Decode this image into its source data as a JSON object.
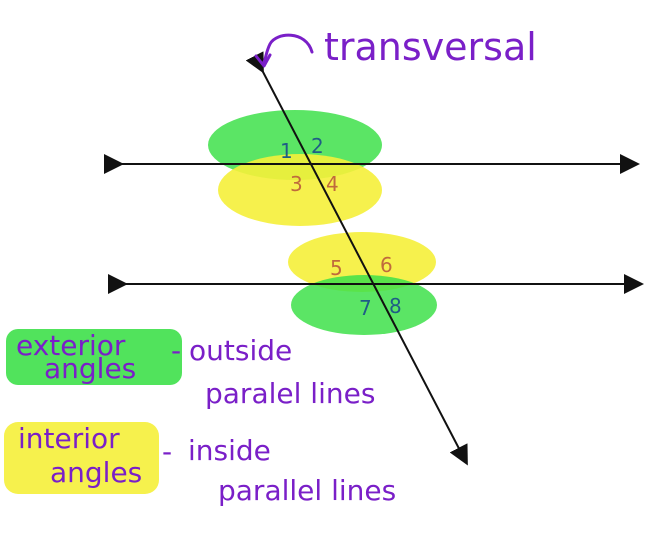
{
  "title": "transversal",
  "angles": {
    "a1": "1",
    "a2": "2",
    "a3": "3",
    "a4": "4",
    "a5": "5",
    "a6": "6",
    "a7": "7",
    "a8": "8"
  },
  "legend": {
    "exterior": {
      "term_line1": "exterior",
      "term_line2": "angles",
      "desc_dash": "-",
      "desc_line1": "outside",
      "desc_line2": "paralel lines"
    },
    "interior": {
      "term_line1": "interior",
      "term_line2": "angles",
      "desc_dash": "-",
      "desc_line1": "inside",
      "desc_line2": "parallel lines"
    }
  },
  "colors": {
    "exterior_highlight": "#3ee04a",
    "interior_highlight": "#f5ef3a",
    "ink_purple": "#7a1fc8",
    "line_black": "#111111"
  }
}
